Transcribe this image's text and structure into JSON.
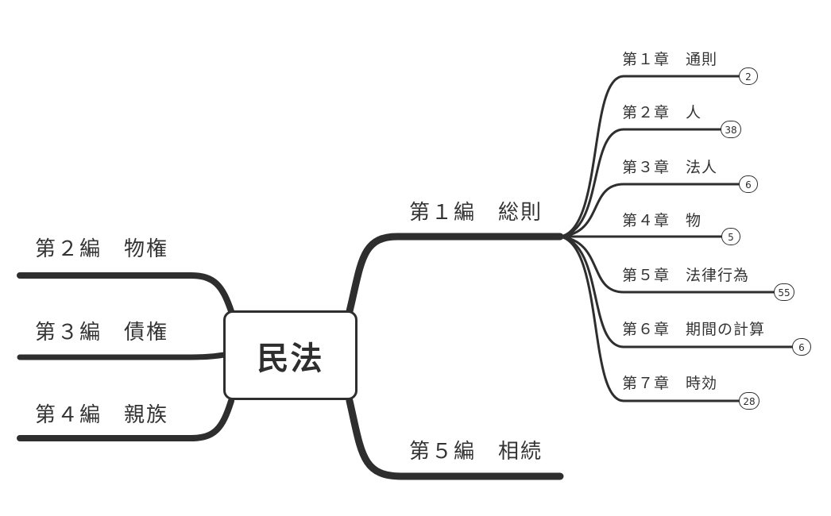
{
  "root": {
    "label": "民法"
  },
  "right_parts": [
    {
      "label": "第１編　総則",
      "chapters": [
        {
          "label": "第１章　通則",
          "count": "2"
        },
        {
          "label": "第２章　人",
          "count": "38"
        },
        {
          "label": "第３章　法人",
          "count": "6"
        },
        {
          "label": "第４章　物",
          "count": "5"
        },
        {
          "label": "第５章　法律行為",
          "count": "55"
        },
        {
          "label": "第６章　期間の計算",
          "count": "6"
        },
        {
          "label": "第７章　時効",
          "count": "28"
        }
      ]
    },
    {
      "label": "第５編　相続"
    }
  ],
  "left_parts": [
    {
      "label": "第２編　物権"
    },
    {
      "label": "第３編　債権"
    },
    {
      "label": "第４編　親族"
    }
  ],
  "colors": {
    "line": "#2e2e2e",
    "text": "#333333",
    "background": "#ffffff"
  }
}
